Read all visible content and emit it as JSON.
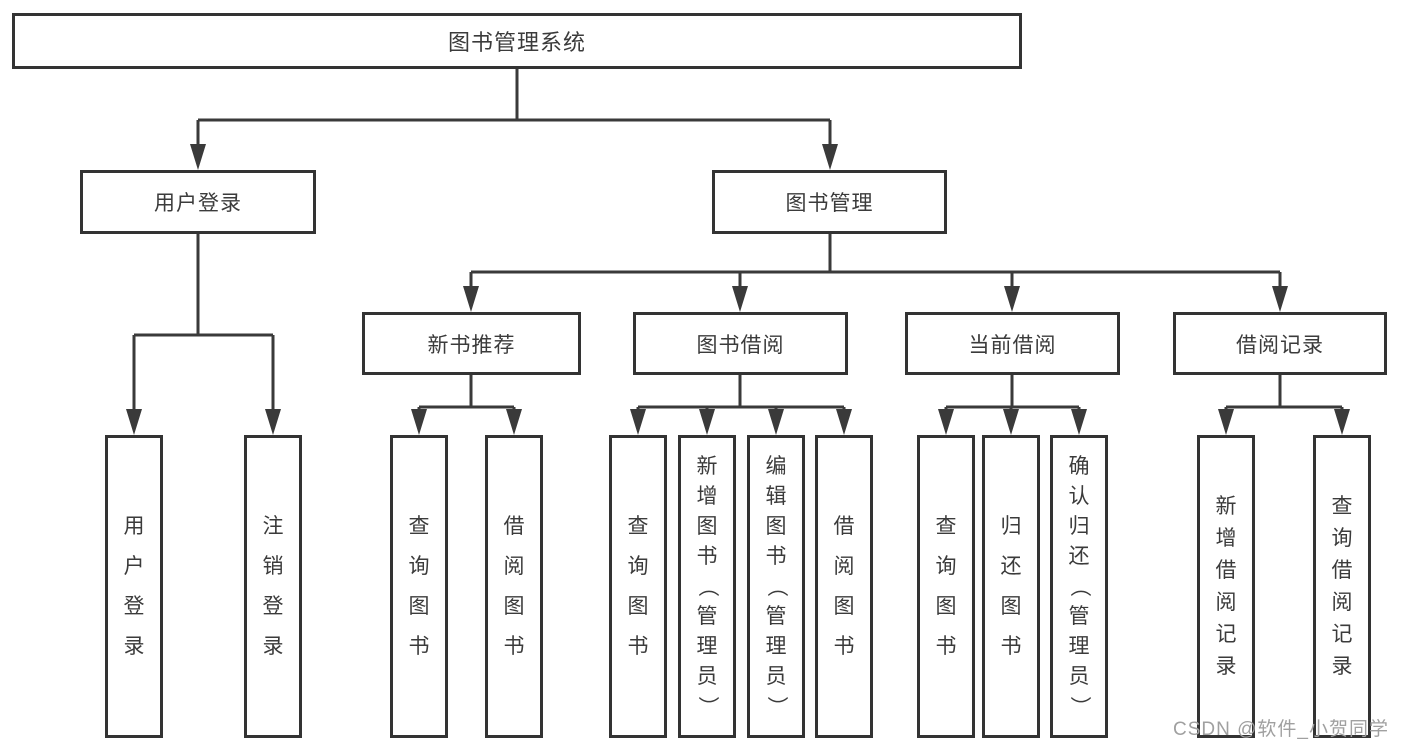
{
  "colors": {
    "line": "#3a3a3a",
    "box_border": "#333333",
    "text": "#3b3b3b",
    "watermark_text": "#a0a0a0",
    "background": "#ffffff"
  },
  "tree": {
    "root": {
      "label": "图书管理系统"
    },
    "user_login": {
      "label": "用户登录",
      "children": [
        {
          "label": "用户登录"
        },
        {
          "label": "注销登录"
        }
      ]
    },
    "book_management": {
      "label": "图书管理",
      "sections": [
        {
          "label": "新书推荐",
          "children": [
            {
              "label": "查询图书"
            },
            {
              "label": "借阅图书"
            }
          ]
        },
        {
          "label": "图书借阅",
          "children": [
            {
              "label": "查询图书"
            },
            {
              "label": "新增图书（管理员）"
            },
            {
              "label": "编辑图书（管理员）"
            },
            {
              "label": "借阅图书"
            }
          ]
        },
        {
          "label": "当前借阅",
          "children": [
            {
              "label": "查询图书"
            },
            {
              "label": "归还图书"
            },
            {
              "label": "确认归还（管理员）"
            }
          ]
        },
        {
          "label": "借阅记录",
          "children": [
            {
              "label": "新增借阅记录"
            },
            {
              "label": "查询借阅记录"
            }
          ]
        }
      ]
    }
  },
  "watermark": "CSDN @软件_小贺同学"
}
